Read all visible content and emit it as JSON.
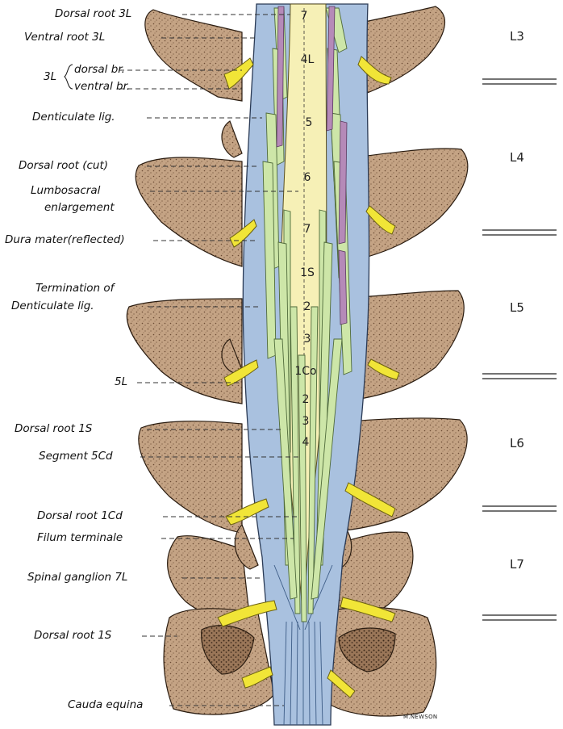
{
  "labels": {
    "dorsal_root_3l": "Dorsal root 3L",
    "ventral_root_3l": "Ventral root 3L",
    "br_prefix": "3L",
    "dorsal_br": "dorsal br.",
    "ventral_br": "ventral br.",
    "denticulate_lig": "Denticulate lig.",
    "dorsal_root_cut": "Dorsal root (cut)",
    "lumbosacral_1": "Lumbosacral",
    "lumbosacral_2": "enlargement",
    "dura_mater": "Dura mater(reflected)",
    "termination_1": "Termination of",
    "termination_2": "Denticulate lig.",
    "five_l": "5L",
    "dorsal_root_1s": "Dorsal root 1S",
    "segment_5cd": "Segment 5Cd",
    "dorsal_root_1cd": "Dorsal root 1Cd",
    "filum_terminale": "Filum terminale",
    "spinal_ganglion_7l": "Spinal ganglion 7L",
    "dorsal_root_1s_b": "Dorsal root 1S",
    "cauda_equina": "Cauda equina"
  },
  "vertebrae": [
    "L3",
    "L4",
    "L5",
    "L6",
    "L7"
  ],
  "segments": [
    "7",
    "4L",
    "5",
    "6",
    "7",
    "1S",
    "2",
    "3",
    "1Co",
    "2",
    "3",
    "4"
  ],
  "signature": "M.NEWSON",
  "colors": {
    "bone": "#c4a384",
    "bone_dark": "#6b4a33",
    "dura": "#a9c1df",
    "cord": "#f6f0b6",
    "root": "#cde6a8",
    "root_edge": "#4f6a3a",
    "nerve": "#f1e537",
    "vessel": "#b58ab8"
  }
}
